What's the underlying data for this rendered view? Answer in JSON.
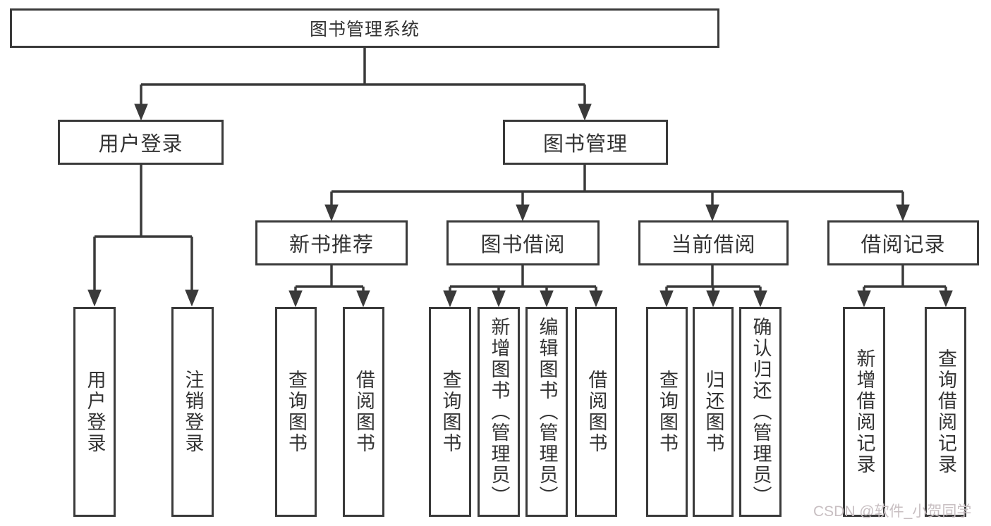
{
  "diagram": {
    "root": {
      "label": "图书管理系统"
    },
    "level2": {
      "user_login": {
        "label": "用户登录"
      },
      "book_mgmt": {
        "label": "图书管理"
      }
    },
    "level3": {
      "new_books": {
        "label": "新书推荐"
      },
      "book_borrow": {
        "label": "图书借阅"
      },
      "current_borrow": {
        "label": "当前借阅"
      },
      "borrow_records": {
        "label": "借阅记录"
      }
    },
    "leaves": {
      "login": {
        "label": "用户登录"
      },
      "logout": {
        "label": "注销登录"
      },
      "query_books_1": {
        "label": "查询图书"
      },
      "borrow_books_1": {
        "label": "借阅图书"
      },
      "query_books_2": {
        "label": "查询图书"
      },
      "add_books": {
        "label": "新增图书（管理员）"
      },
      "edit_books": {
        "label": "编辑图书（管理员）"
      },
      "borrow_books_2": {
        "label": "借阅图书"
      },
      "query_books_3": {
        "label": "查询图书"
      },
      "return_books": {
        "label": "归还图书"
      },
      "confirm_return": {
        "label": "确认归还（管理员）"
      },
      "add_record": {
        "label": "新增借阅记录"
      },
      "query_record": {
        "label": "查询借阅记录"
      }
    }
  },
  "watermark": {
    "text": "CSDN @软件_小贺同学"
  },
  "colors": {
    "line": "#3a3a3a",
    "text": "#333333",
    "background": "#ffffff",
    "watermark": "#c8bfc2"
  }
}
